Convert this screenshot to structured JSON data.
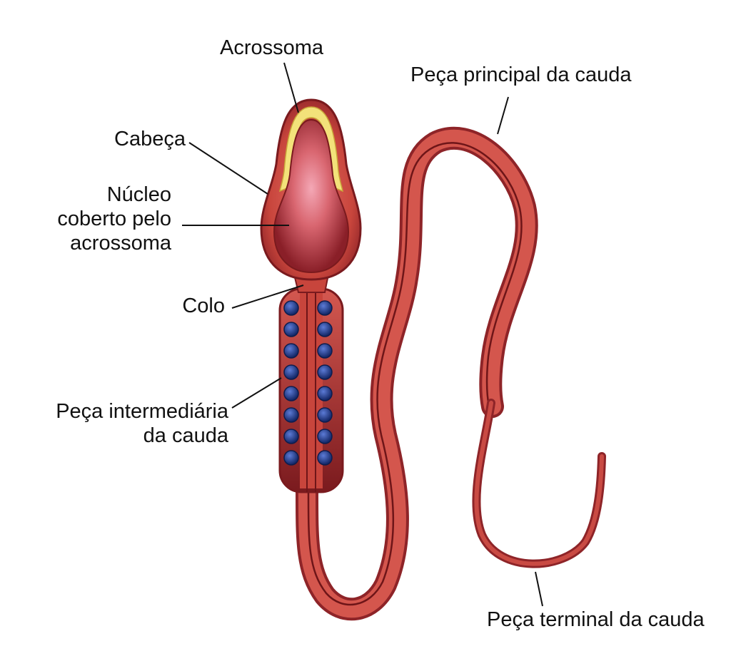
{
  "labels": {
    "acrossoma": "Acrossoma",
    "cabeca": "Cabeça",
    "nucleo": [
      "Núcleo",
      "coberto pelo",
      "acrossoma"
    ],
    "colo": "Colo",
    "peca_intermediaria": [
      "Peça intermediária",
      "da cauda"
    ],
    "peca_principal": "Peça principal da cauda",
    "peca_terminal": "Peça terminal da cauda"
  },
  "colors": {
    "body": "#c8453c",
    "body_dark": "#7a1a1e",
    "acrosome": "#f3e27a",
    "nucleus": "#e8909a",
    "mitochondria": "#1f3a8a",
    "leader_line": "#111111"
  },
  "mitochondria_per_column": 8
}
